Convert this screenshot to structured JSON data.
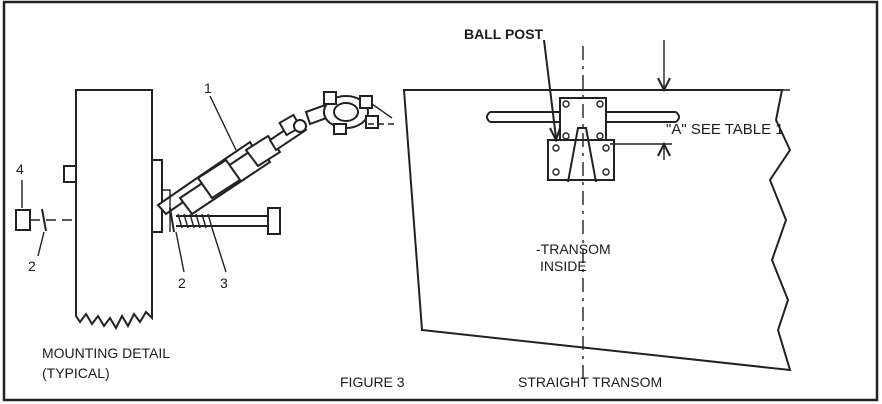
{
  "labels": {
    "part_1": "1",
    "part_2_left": "2",
    "part_2_right": "2",
    "part_3": "3",
    "part_4": "4",
    "ball_post": "BALL POST",
    "table_ref": "\"A\" SEE TABLE 1",
    "transom_line1": "-TRANSOM",
    "transom_line2": "INSIDE",
    "mounting_line1": "MOUNTING DETAIL",
    "mounting_line2": "(TYPICAL)",
    "figure": "FIGURE 3",
    "straight_transom": "STRAIGHT TRANSOM"
  }
}
